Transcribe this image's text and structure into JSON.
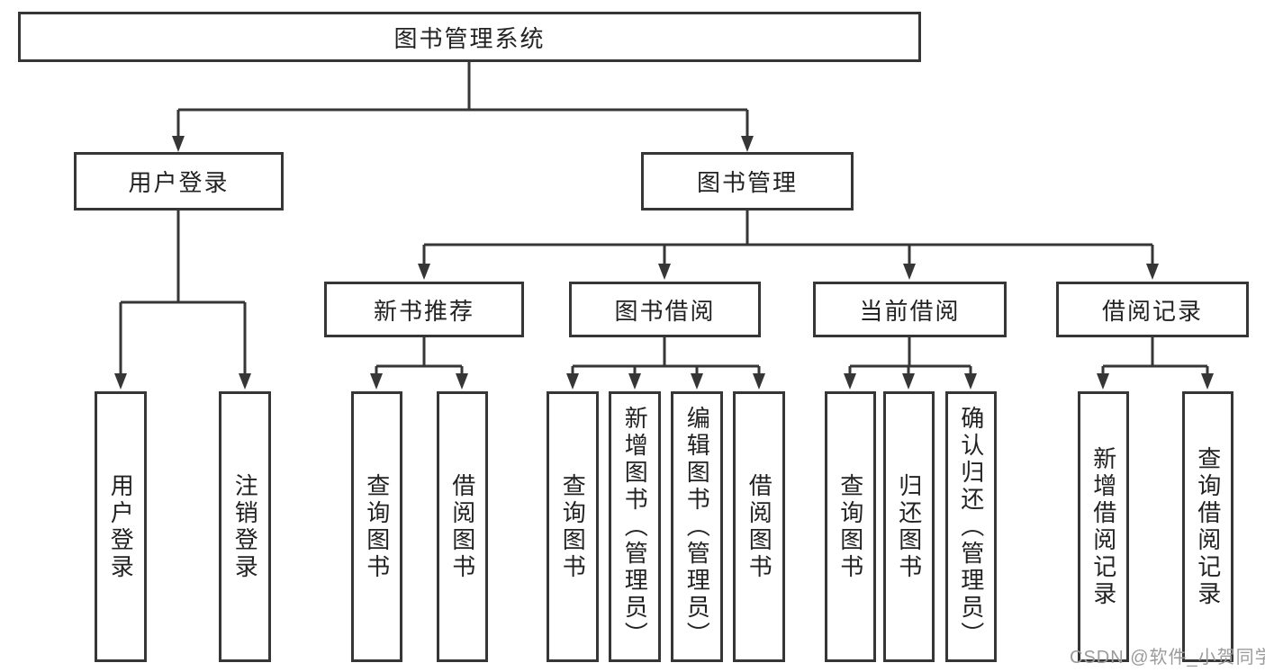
{
  "diagram": {
    "title": "图书管理系统",
    "tree": {
      "label": "图书管理系统",
      "children": [
        {
          "label": "用户登录",
          "children": [
            {
              "label": "用户登录"
            },
            {
              "label": "注销登录"
            }
          ]
        },
        {
          "label": "图书管理",
          "children": [
            {
              "label": "新书推荐",
              "children": [
                {
                  "label": "查询图书"
                },
                {
                  "label": "借阅图书"
                }
              ]
            },
            {
              "label": "图书借阅",
              "children": [
                {
                  "label": "查询图书"
                },
                {
                  "label": "新增图书（管理员）"
                },
                {
                  "label": "编辑图书（管理员）"
                },
                {
                  "label": "借阅图书"
                }
              ]
            },
            {
              "label": "当前借阅",
              "children": [
                {
                  "label": "查询图书"
                },
                {
                  "label": "归还图书"
                },
                {
                  "label": "确认归还（管理员）"
                }
              ]
            },
            {
              "label": "借阅记录",
              "children": [
                {
                  "label": "新增借阅记录"
                },
                {
                  "label": "查询借阅记录"
                }
              ]
            }
          ]
        }
      ]
    },
    "colors": {
      "line": "#363636",
      "box_border": "#363636",
      "text": "#222222",
      "background": "#ffffff",
      "watermark": "#9b9b9b"
    }
  },
  "watermark": "CSDN @软件_小贺同学"
}
